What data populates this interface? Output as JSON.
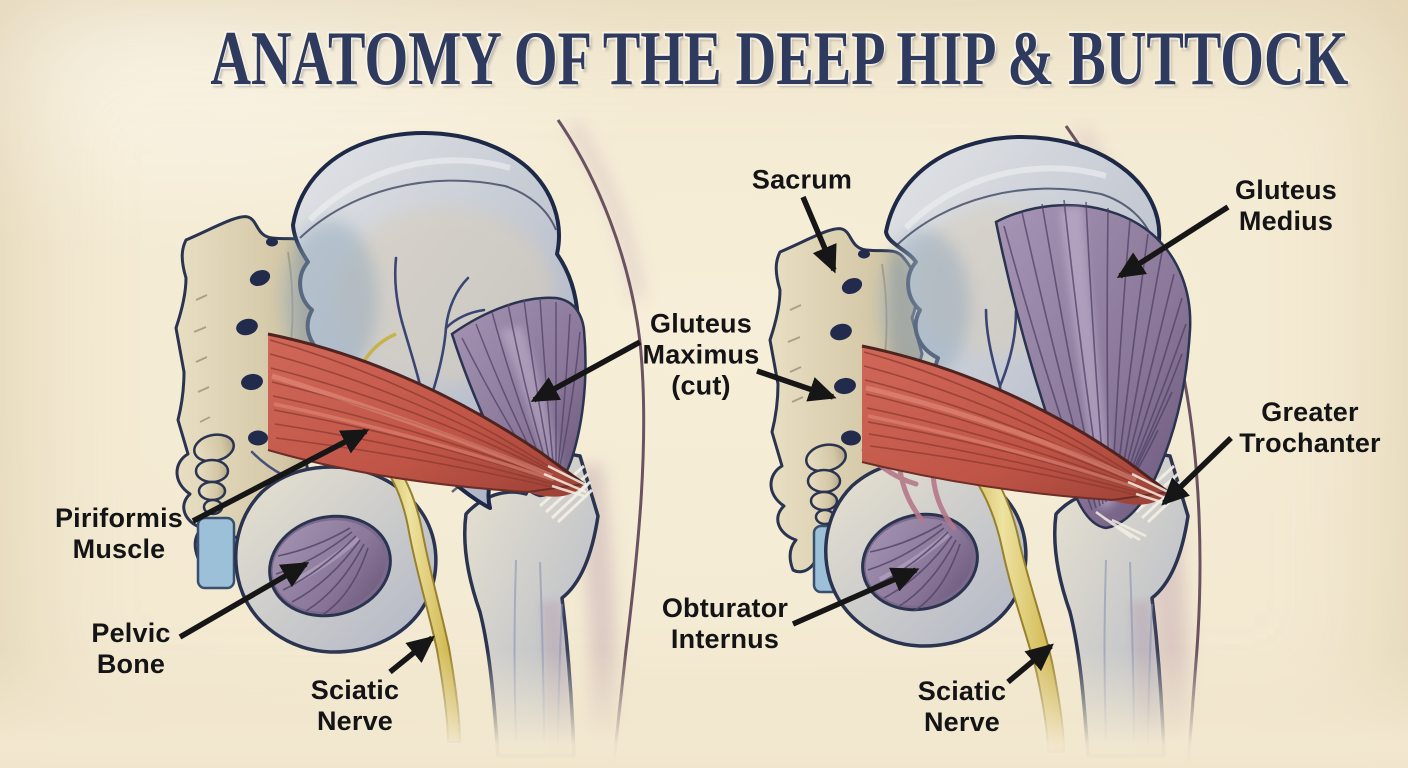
{
  "title": "ANATOMY OF THE DEEP HIP & BUTTOCK",
  "labels": {
    "piriformis_muscle": "Piriformis\nMuscle",
    "pelvic_bone": "Pelvic\nBone",
    "sciatic_nerve_left": "Sciatic\nNerve",
    "gluteus_maximus_cut": "Gluteus\nMaximus\n(cut)",
    "sacrum": "Sacrum",
    "gluteus_medius": "Gluteus\nMedius",
    "greater_trochanter": "Greater\nTrochanter",
    "obturator_internus": "Obturator\nInternus",
    "sciatic_nerve_right": "Sciatic\nNerve"
  },
  "palette": {
    "background_cream": "#f3e9d1",
    "title_navy": "#2e3a5e",
    "label_black": "#141416",
    "outline_navy": "#24304f",
    "bone_grey_blue": "#aeb6c6",
    "bone_tan": "#d9cebb",
    "sacrum_tan": "#dcd1b4",
    "muscle_red": "#c05547",
    "muscle_purple": "#8a7799",
    "nerve_yellow": "#d8c052",
    "ligament_blue": "#9cc0d8",
    "contour_mauve": "#c5abb4",
    "arrow_black": "#161616"
  }
}
